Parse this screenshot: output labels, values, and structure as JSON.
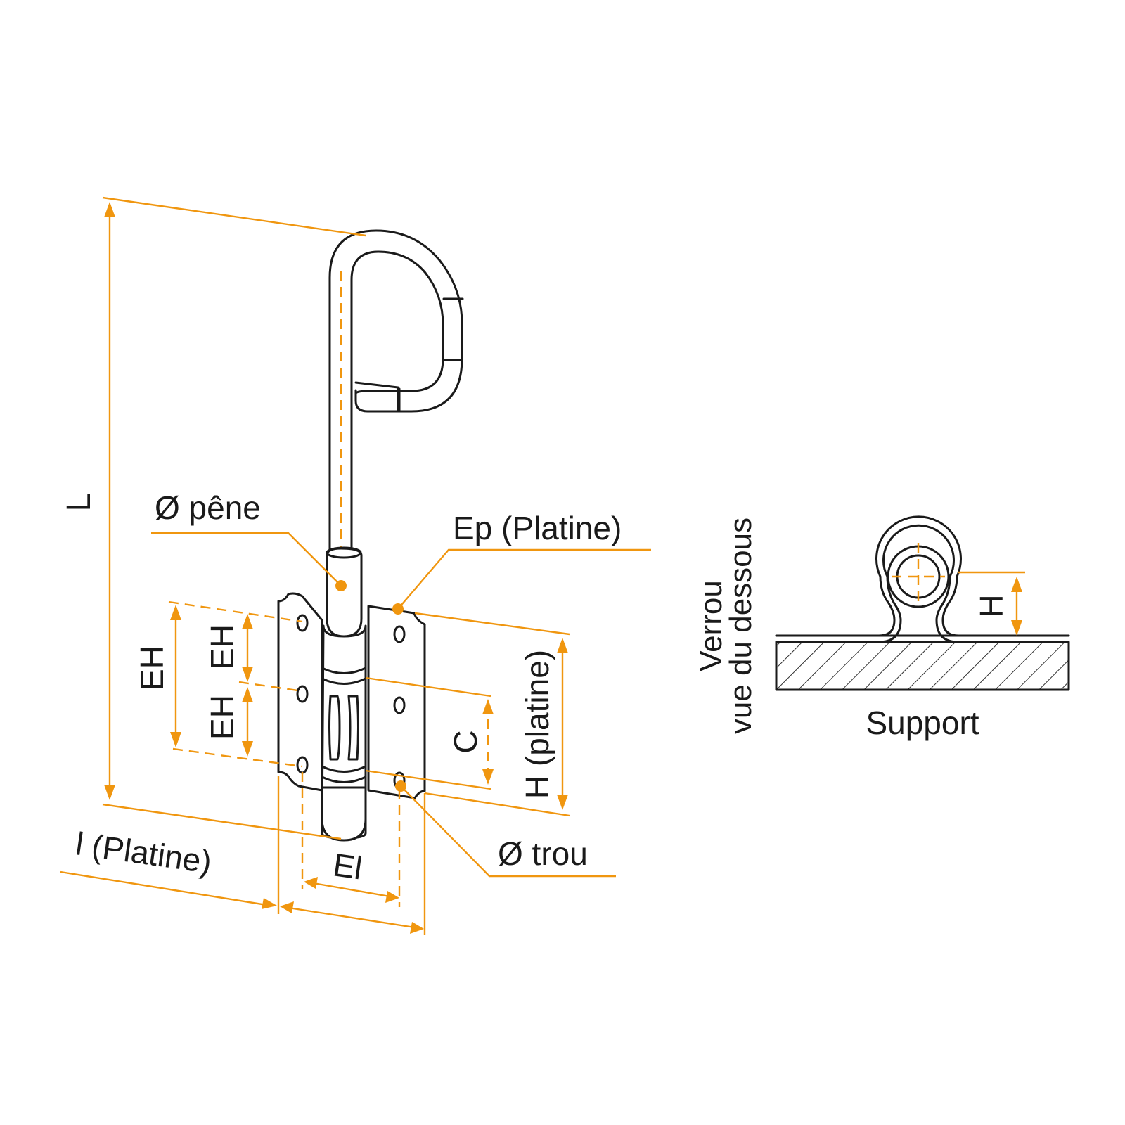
{
  "colors": {
    "dimension": "#f0960f",
    "outline": "#1a1a1a",
    "background": "#ffffff"
  },
  "main_view": {
    "labels": {
      "length": "L",
      "bolt_diameter": "Ø pêne",
      "plate_thickness": "Ep (Platine)",
      "hole_spacing_total": "EH",
      "hole_spacing_upper": "EH",
      "hole_spacing_lower": "EH",
      "c_dimension": "C",
      "plate_height": "H (platine)",
      "hole_diameter": "Ø trou",
      "hole_spacing_width": "El",
      "plate_width": "l (Platine)"
    }
  },
  "side_view": {
    "caption_line1": "Verrou",
    "caption_line2": "vue du dessous",
    "height_label": "H",
    "support_label": "Support"
  }
}
